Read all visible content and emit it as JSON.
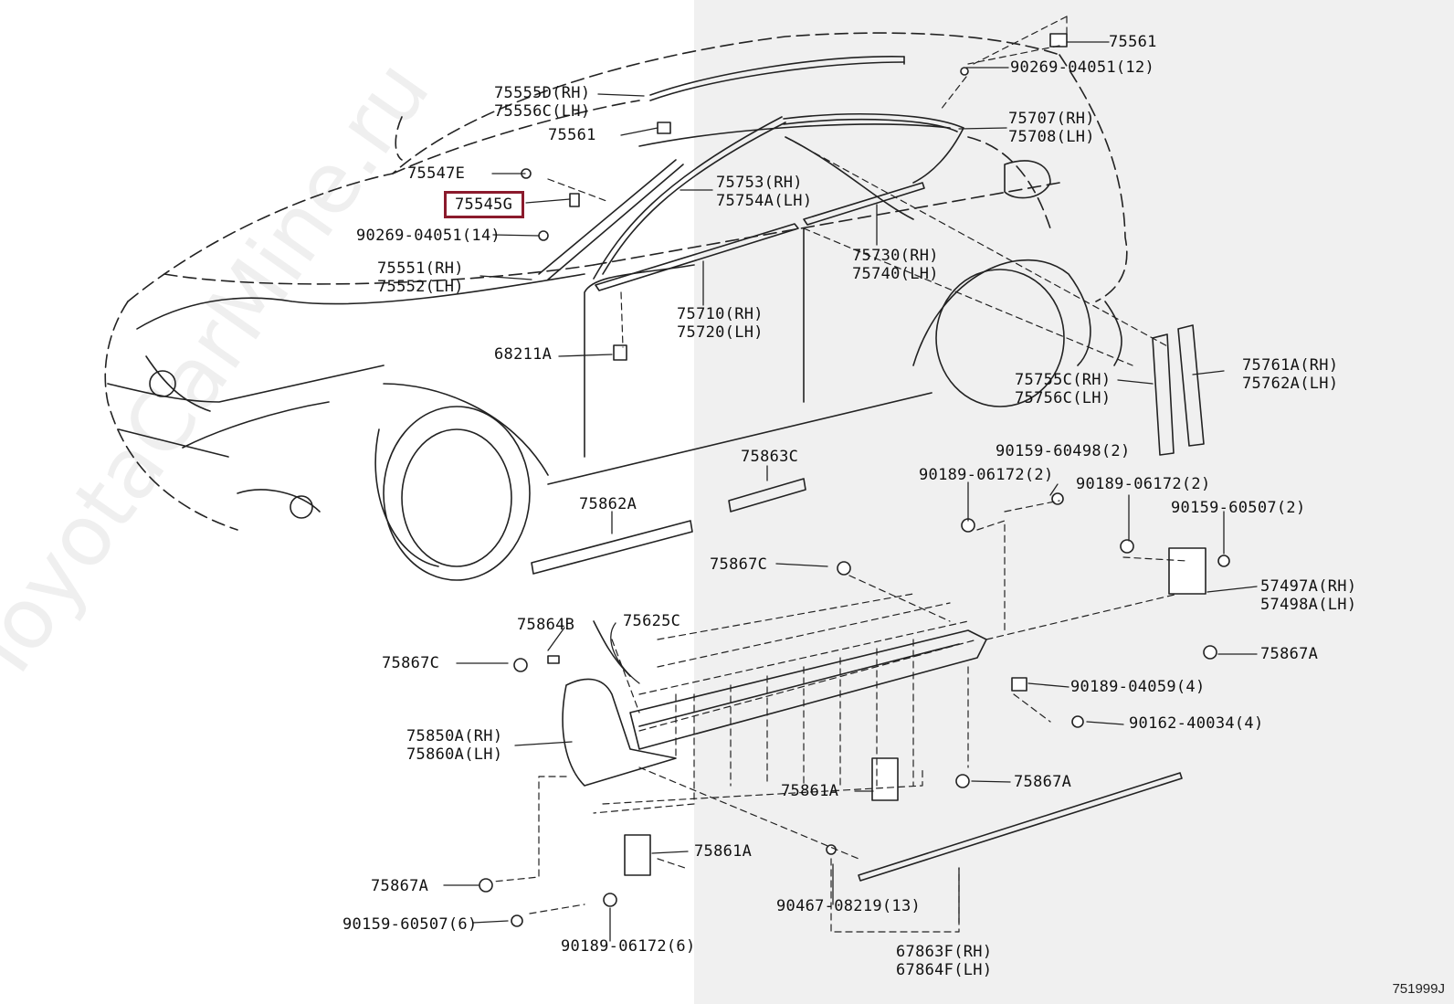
{
  "diagram_id": "751999J",
  "watermark": "ToyotaCarMine.ru",
  "highlight_color": "#8b1a2c",
  "parts": [
    {
      "id": "p75561a",
      "lines": [
        "75561"
      ]
    },
    {
      "id": "p90269a",
      "lines": [
        "90269-04051(12)"
      ]
    },
    {
      "id": "p75555d",
      "lines": [
        "75555D(RH)",
        "75556C(LH)"
      ]
    },
    {
      "id": "p75561b",
      "lines": [
        "75561"
      ]
    },
    {
      "id": "p75707",
      "lines": [
        "75707(RH)",
        "75708(LH)"
      ]
    },
    {
      "id": "p75547e",
      "lines": [
        "75547E"
      ]
    },
    {
      "id": "p75753",
      "lines": [
        "75753(RH)",
        "75754A(LH)"
      ]
    },
    {
      "id": "p75545g",
      "lines": [
        "75545G"
      ]
    },
    {
      "id": "p90269b",
      "lines": [
        "90269-04051(14)"
      ]
    },
    {
      "id": "p75551",
      "lines": [
        "75551(RH)",
        "75552(LH)"
      ]
    },
    {
      "id": "p75730",
      "lines": [
        "75730(RH)",
        "75740(LH)"
      ]
    },
    {
      "id": "p75710",
      "lines": [
        "75710(RH)",
        "75720(LH)"
      ]
    },
    {
      "id": "p68211a",
      "lines": [
        "68211A"
      ]
    },
    {
      "id": "p75755c",
      "lines": [
        "75755C(RH)",
        "75756C(LH)"
      ]
    },
    {
      "id": "p75761a",
      "lines": [
        "75761A(RH)",
        "75762A(LH)"
      ]
    },
    {
      "id": "p75863c",
      "lines": [
        "75863C"
      ]
    },
    {
      "id": "p90159a",
      "lines": [
        "90159-60498(2)"
      ]
    },
    {
      "id": "p90189a",
      "lines": [
        "90189-06172(2)"
      ]
    },
    {
      "id": "p90189b",
      "lines": [
        "90189-06172(2)"
      ]
    },
    {
      "id": "p75862a",
      "lines": [
        "75862A"
      ]
    },
    {
      "id": "p90159b",
      "lines": [
        "90159-60507(2)"
      ]
    },
    {
      "id": "p75867c1",
      "lines": [
        "75867C"
      ]
    },
    {
      "id": "p57497a",
      "lines": [
        "57497A(RH)",
        "57498A(LH)"
      ]
    },
    {
      "id": "p75864b",
      "lines": [
        "75864B"
      ]
    },
    {
      "id": "p75625c",
      "lines": [
        "75625C"
      ]
    },
    {
      "id": "p75867c2",
      "lines": [
        "75867C"
      ]
    },
    {
      "id": "p75867a1",
      "lines": [
        "75867A"
      ]
    },
    {
      "id": "p90189c",
      "lines": [
        "90189-04059(4)"
      ]
    },
    {
      "id": "p90162",
      "lines": [
        "90162-40034(4)"
      ]
    },
    {
      "id": "p75850a",
      "lines": [
        "75850A(RH)",
        "75860A(LH)"
      ]
    },
    {
      "id": "p75867a2",
      "lines": [
        "75867A"
      ]
    },
    {
      "id": "p75861a1",
      "lines": [
        "75861A"
      ]
    },
    {
      "id": "p75861a2",
      "lines": [
        "75861A"
      ]
    },
    {
      "id": "p75867a3",
      "lines": [
        "75867A"
      ]
    },
    {
      "id": "p90467",
      "lines": [
        "90467-08219(13)"
      ]
    },
    {
      "id": "p90159c",
      "lines": [
        "90159-60507(6)"
      ]
    },
    {
      "id": "p90189d",
      "lines": [
        "90189-06172(6)"
      ]
    },
    {
      "id": "p67863f",
      "lines": [
        "67863F(RH)",
        "67864F(LH)"
      ]
    }
  ]
}
